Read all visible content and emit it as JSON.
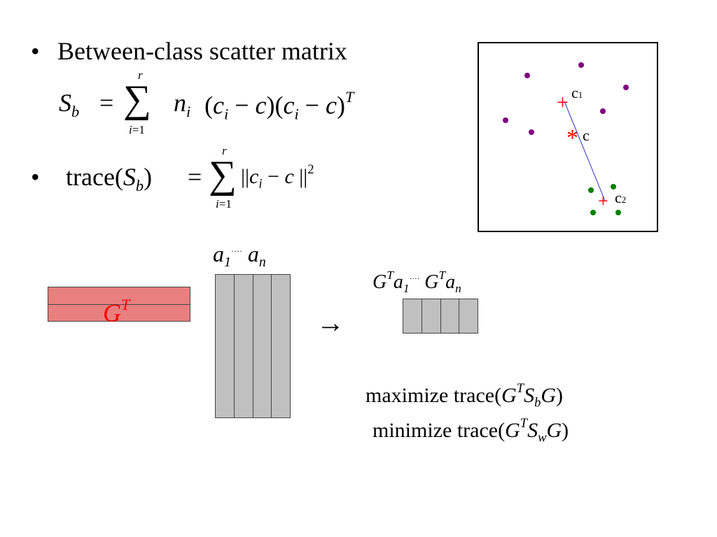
{
  "bullets": [
    {
      "text": "Between-class scatter matrix"
    },
    {
      "text_prefix": "trace(",
      "symbol": "S",
      "subscript": "b",
      "text_suffix": ")"
    }
  ],
  "bullet_symbol": "•",
  "eq_sb": {
    "lhs_symbol": "S",
    "lhs_sub": "b",
    "equals": "=",
    "sum_upper": "r",
    "sum_lower_var": "i",
    "sum_lower_eq": "=1",
    "term": "n",
    "term_sub": "i",
    "open1": "(",
    "c1": "c",
    "c1_sub": "i",
    "minus1": "−",
    "c2": "c",
    "close1": ")(",
    "c3": "c",
    "c3_sub": "i",
    "minus2": "−",
    "c4": "c",
    "close2": ")",
    "transpose": "T"
  },
  "eq_trace": {
    "equals": "=",
    "sum_upper": "r",
    "sum_lower_var": "i",
    "sum_lower_eq": "=1",
    "norm_open": "||",
    "c1": "c",
    "c1_sub": "i",
    "minus": "−",
    "c2": "c",
    "norm_close": "||",
    "power": "2"
  },
  "scatter_plot": {
    "labels": {
      "c1": "c",
      "c1_sub": "1",
      "c": "c",
      "c2": "c",
      "c2_sub": "2"
    },
    "colors": {
      "class1": "#800080",
      "class2": "#008000",
      "centroid": "#ff0000",
      "line": "#3333cc",
      "border": "#000000"
    },
    "centroid_glyphs": {
      "c1": "+",
      "c": "*",
      "c2": "+"
    }
  },
  "matrix_gt": {
    "symbol": "G",
    "sup": "T",
    "fill": "#e88080",
    "text_color": "#ff0000"
  },
  "matrix_a": {
    "label_a1": "a",
    "label_a1_sub": "1",
    "label_dots": "····",
    "label_an": "a",
    "label_an_sub": "n",
    "fill": "#c0c0c0"
  },
  "arrow": "→",
  "result": {
    "label1_G": "G",
    "label1_T": "T",
    "label1_a": "a",
    "label1_sub": "1",
    "label_dots": "····",
    "label2_G": "G",
    "label2_T": "T",
    "label2_a": "a",
    "label2_sub": "n"
  },
  "objectives": [
    {
      "verb": "maximize",
      "fn": "trace(",
      "G": "G",
      "T": "T",
      "S": "S",
      "sub": "b",
      "G2": "G",
      "close": ")"
    },
    {
      "verb": "minimize",
      "fn": "trace(",
      "G": "G",
      "T": "T",
      "S": "S",
      "sub": "w",
      "G2": "G",
      "close": ")"
    }
  ]
}
